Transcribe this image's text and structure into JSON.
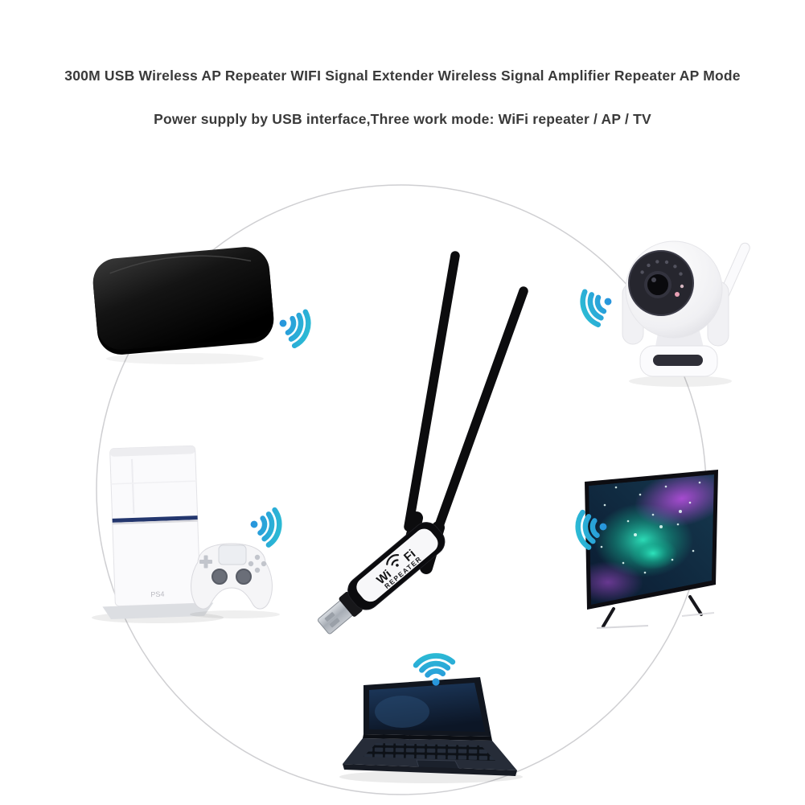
{
  "header": {
    "title": "300M USB Wireless AP Repeater WIFI Signal Extender Wireless Signal Amplifier Repeater AP Mode",
    "subtitle": "Power supply by USB interface,Three work mode: WiFi repeater / AP / TV"
  },
  "product": {
    "name": "usb-wifi-repeater-dual-antenna",
    "label_wi": "Wi",
    "label_fi": "Fi",
    "label_repeater": "REPEATER"
  },
  "devices": {
    "console_logo": "PS4",
    "connected": [
      "tv-box",
      "ip-camera",
      "game-console",
      "smart-tv",
      "laptop"
    ]
  },
  "icons": {
    "wifi_signal": "wifi-signal-icon",
    "count": 5
  },
  "colors": {
    "background": "#ffffff",
    "circle_stroke": "#cfcfd2",
    "wifi_signal_blue": "#2792dd",
    "wifi_signal_teal": "#2ed0cf",
    "text": "#3a3a3a"
  }
}
